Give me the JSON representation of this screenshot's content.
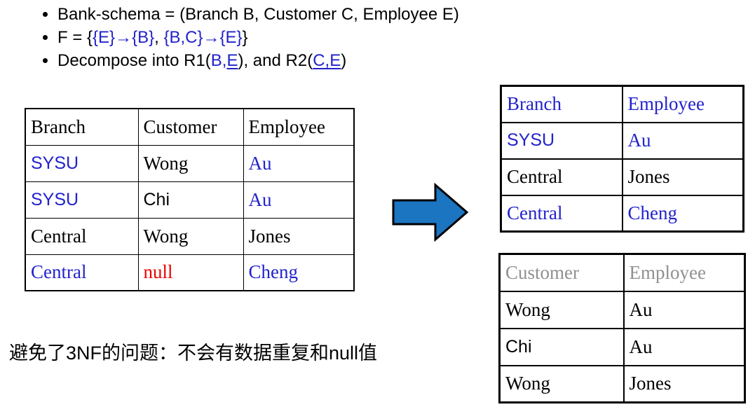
{
  "palette": {
    "blue": "#2222cc",
    "red": "#ee0000",
    "gray": "#909090",
    "arrow": "#1b75c0"
  },
  "bullets": {
    "b1": {
      "text": "Bank-schema = (Branch B, Customer C, Employee E)"
    },
    "b2": {
      "prefix": "F = {",
      "fd1": "{E}→{B}",
      "sep": ", ",
      "fd2": "{B,C}→{E}",
      "suffix": "}"
    },
    "b3": {
      "p1": "Decompose into R1(",
      "r1_b": "B,",
      "r1_e": "E",
      "p2": "), and R2(",
      "r2_ce": "C,E",
      "p3": ")"
    }
  },
  "left_table": {
    "headers": [
      "Branch",
      "Customer",
      "Employee"
    ],
    "rows": [
      [
        "SYSU",
        "Wong",
        "Au"
      ],
      [
        "SYSU",
        "Chi",
        "Au"
      ],
      [
        "Central",
        "Wong",
        "Jones"
      ],
      [
        "Central",
        "null",
        "Cheng"
      ]
    ]
  },
  "r1_table": {
    "headers": [
      "Branch",
      "Employee"
    ],
    "rows": [
      [
        "SYSU",
        "Au"
      ],
      [
        "Central",
        "Jones"
      ],
      [
        "Central",
        "Cheng"
      ]
    ]
  },
  "r2_table": {
    "headers": [
      "Customer",
      "Employee"
    ],
    "rows": [
      [
        "Wong",
        "Au"
      ],
      [
        "Chi",
        "Au"
      ],
      [
        "Wong",
        "Jones"
      ]
    ]
  },
  "note": {
    "text": "避免了3NF的问题：不会有数据重复和null值"
  }
}
